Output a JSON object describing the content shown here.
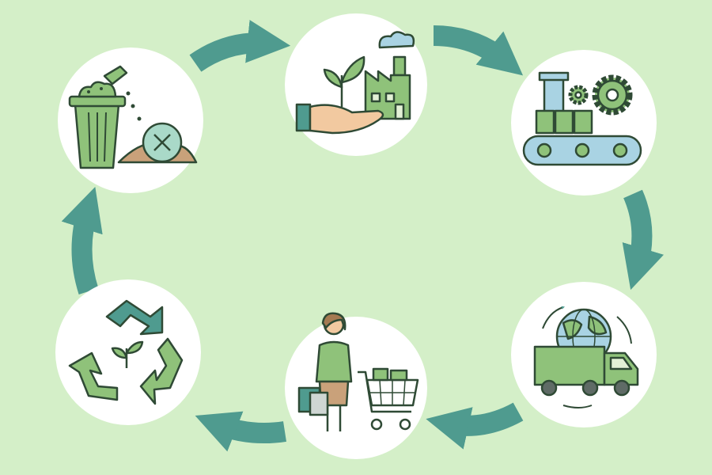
{
  "diagram": {
    "type": "circular-lifecycle",
    "background_color": "#d4efc8",
    "arrow_color": "#4f9b8f",
    "stages": [
      {
        "id": "production",
        "icon": "hand-plant-factory-icon"
      },
      {
        "id": "manufacturing",
        "icon": "conveyor-factory-gears-icon"
      },
      {
        "id": "distribution",
        "icon": "globe-delivery-truck-icon"
      },
      {
        "id": "consumption",
        "icon": "shopper-cart-icon"
      },
      {
        "id": "recycling",
        "icon": "recycle-sprout-icon"
      },
      {
        "id": "disposal",
        "icon": "trash-bin-soil-icon"
      }
    ],
    "flow": [
      "production",
      "manufacturing",
      "distribution",
      "consumption",
      "recycling",
      "disposal",
      "production"
    ]
  }
}
